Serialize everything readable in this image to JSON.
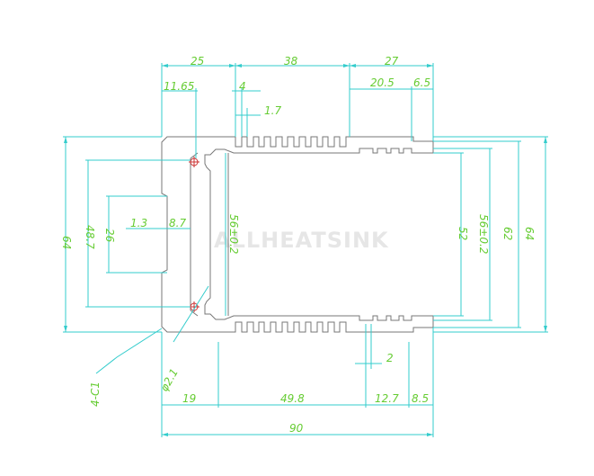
{
  "drawing": {
    "watermark": "ALLHEATSINK",
    "colors": {
      "outline": "#777777",
      "dimension_line": "#33cccc",
      "dimension_text": "#66cc33",
      "marker": "#cc3333",
      "watermark": "#e6e6e6"
    },
    "dims": {
      "top_25": "25",
      "top_38": "38",
      "top_27": "27",
      "d_11_65": "11.65",
      "d_4": "4",
      "d_1_7": "1.7",
      "d_20_5": "20.5",
      "d_6_5": "6.5",
      "left_64": "64",
      "left_48_7": "48.7",
      "left_26": "26",
      "d_1_3": "1.3",
      "d_8_7": "8.7",
      "inner_56": "56±0.2",
      "right_52": "52",
      "right_56": "56±0.2",
      "right_62": "62",
      "right_64": "64",
      "phi": "φ2.1",
      "chamfer": "4-C1",
      "d_2": "2",
      "bot_19": "19",
      "bot_49_8": "49.8",
      "bot_12_7": "12.7",
      "bot_8_5": "8.5",
      "bot_90": "90"
    }
  }
}
